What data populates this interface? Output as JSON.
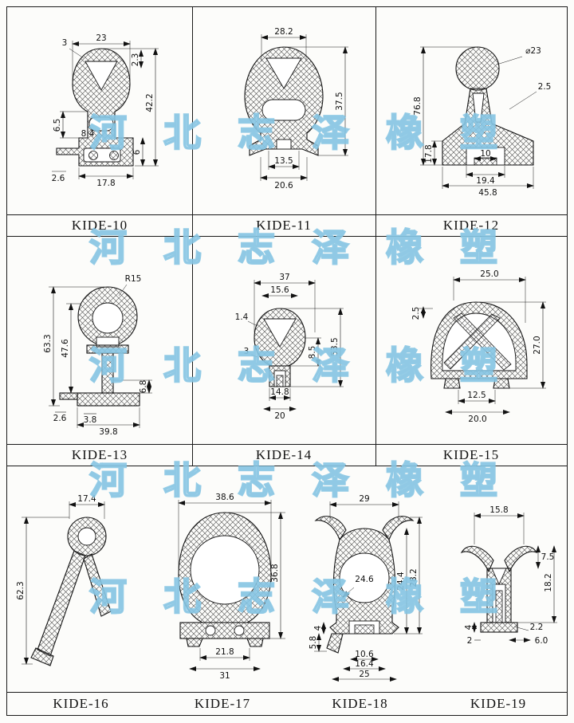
{
  "watermark": {
    "text": "河北志泽橡塑",
    "color": "#a8d6ee"
  },
  "cells": [
    {
      "label": "KIDE-10",
      "dims": [
        "23",
        "3",
        "2.3",
        "42.2",
        "6.5",
        "8.4",
        "6",
        "2.6",
        "17.8"
      ]
    },
    {
      "label": "KIDE-11",
      "dims": [
        "28.2",
        "37.5",
        "13.5",
        "20.6"
      ]
    },
    {
      "label": "KIDE-12",
      "dims": [
        "⌀23",
        "2.5",
        "76.8",
        "17.8",
        "10",
        "19.4",
        "45.8"
      ]
    },
    {
      "label": "KIDE-13",
      "dims": [
        "R15",
        "63.3",
        "47.6",
        "6.8",
        "2.6",
        "3.8",
        "39.8"
      ]
    },
    {
      "label": "KIDE-14",
      "dims": [
        "37",
        "15.6",
        "1.4",
        "3",
        "8.5",
        "53.5",
        "14.8",
        "20"
      ]
    },
    {
      "label": "KIDE-15",
      "dims": [
        "25.0",
        "2.5",
        "27.0",
        "12.5",
        "20.0"
      ]
    },
    {
      "label": "KIDE-16",
      "dims": [
        "17.4",
        "62.3"
      ]
    },
    {
      "label": "KIDE-17",
      "dims": [
        "38.6",
        "36.8",
        "21.8",
        "31"
      ]
    },
    {
      "label": "KIDE-18",
      "dims": [
        "29",
        "24.6",
        "24.4",
        "28.2",
        "4",
        "5.8",
        "10.6",
        "16.4",
        "25"
      ]
    },
    {
      "label": "KIDE-19",
      "dims": [
        "15.8",
        "7.5",
        "18.2",
        "2.2",
        "6.0",
        "2",
        "4"
      ]
    }
  ]
}
